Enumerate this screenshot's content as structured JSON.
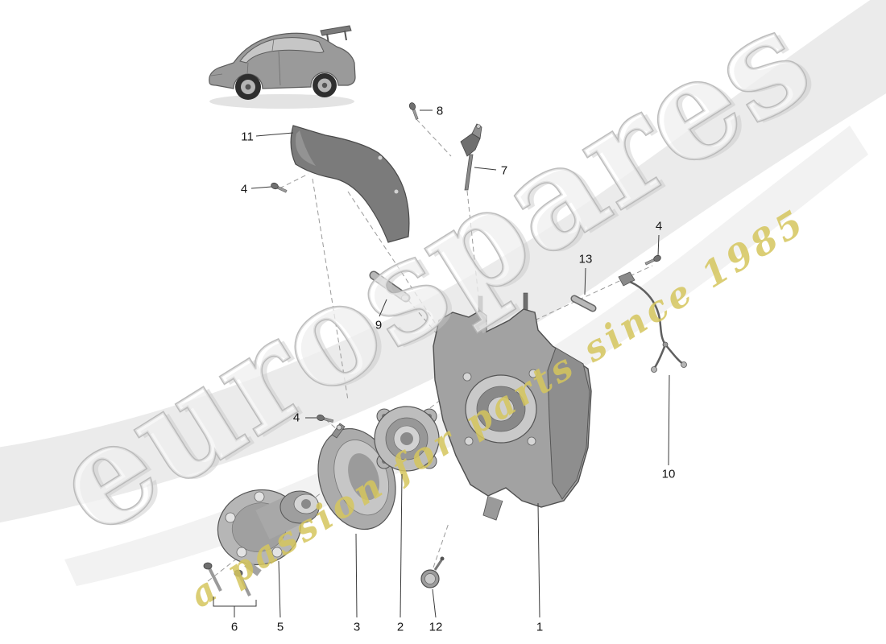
{
  "watermark": {
    "brand": "eurospares",
    "tagline": "a passion for parts since 1985",
    "brand_fill": "#ffffff",
    "brand_outline": "#b6b6b6",
    "tagline_color": "#d5c55d",
    "swoosh_color": "#ebebeb"
  },
  "thumbnail": {
    "subject": "porsche-911-gt3-rs"
  },
  "callouts": [
    {
      "label": "11"
    },
    {
      "label": "4"
    },
    {
      "label": "8"
    },
    {
      "label": "7"
    },
    {
      "label": "9"
    },
    {
      "label": "13"
    },
    {
      "label": "4"
    },
    {
      "label": "10"
    },
    {
      "label": "4"
    },
    {
      "label": "6"
    },
    {
      "label": "5"
    },
    {
      "label": "3"
    },
    {
      "label": "2"
    },
    {
      "label": "12"
    },
    {
      "label": "1"
    }
  ]
}
